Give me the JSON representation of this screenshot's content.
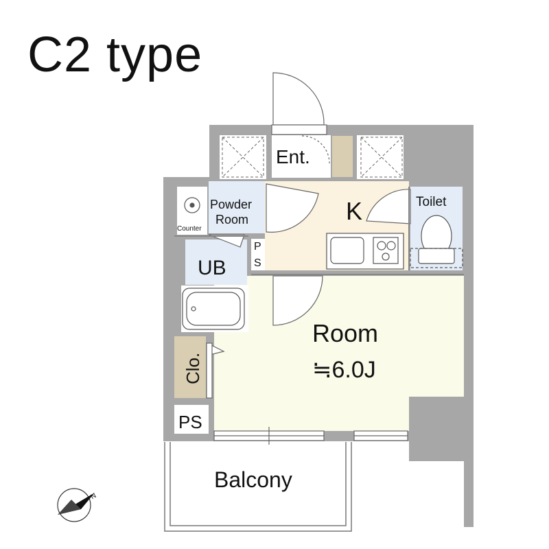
{
  "title": "C2 type",
  "rooms": {
    "entrance": "Ent.",
    "kitchen": "K",
    "toilet": "Toilet",
    "powder_room_line1": "Powder",
    "powder_room_line2": "Room",
    "counter": "Counter",
    "unit_bath": "UB",
    "pipe_space_small": [
      "P",
      "S"
    ],
    "closet": "Clo.",
    "pipe_space": "PS",
    "room": "Room",
    "room_size": "≒6.0J",
    "balcony": "Balcony"
  },
  "compass": {
    "north_label": "N"
  },
  "colors": {
    "wall": "#a7a7a7",
    "living_floor": "#fbfbea",
    "kitchen_floor": "#fbf2df",
    "wet_area": "#e4edf7",
    "storage": "#d9ceb2",
    "line": "#666666"
  }
}
